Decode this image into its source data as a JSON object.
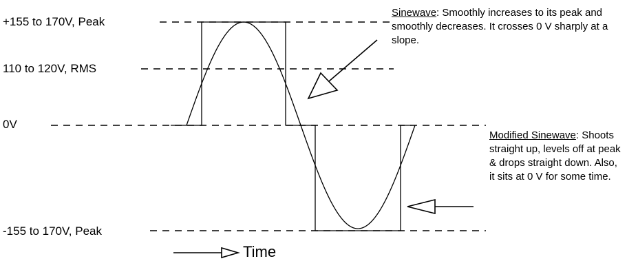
{
  "levels": {
    "peak_positive": "+155 to 170V, Peak",
    "rms": "110 to 120V, RMS",
    "zero": "0V",
    "peak_negative": "-155 to 170V, Peak"
  },
  "annotations": {
    "sinewave": {
      "heading": "Sinewave",
      "text": ": Smoothly increases to its peak and smoothly decreases. It crosses 0 V sharply at a slope."
    },
    "modified_sinewave": {
      "heading": "Modified Sinewave",
      "text": ": Shoots straight up, levels off at peak & drops straight down. Also, it sits at 0 V for some time."
    }
  },
  "time_axis": {
    "label": "Time"
  },
  "colors": {
    "line": "#000000",
    "background": "#ffffff"
  }
}
